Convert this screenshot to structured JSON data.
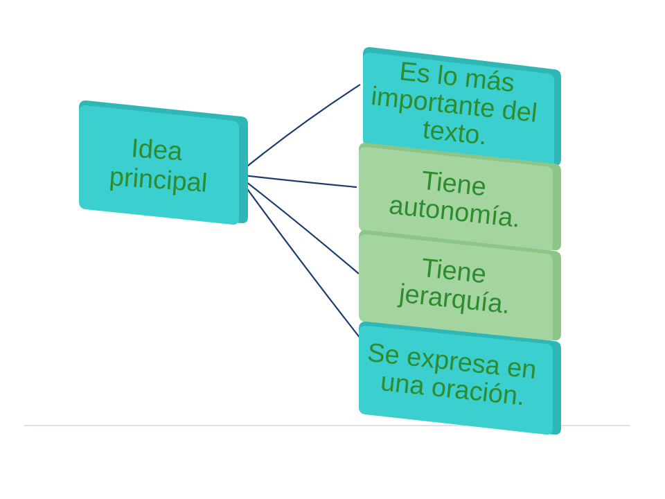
{
  "diagram": {
    "root": {
      "lines": [
        "Idea",
        "principal"
      ]
    },
    "children": [
      {
        "lines": [
          "Es lo más",
          "importante del",
          "texto."
        ],
        "fill": "#3ccfcf"
      },
      {
        "lines": [
          "Tiene",
          "autonomía."
        ],
        "fill": "#a4d5a0"
      },
      {
        "lines": [
          "Tiene",
          "jerarquía."
        ],
        "fill": "#a4d5a0"
      },
      {
        "lines": [
          "Se expresa en",
          "una oración."
        ],
        "fill": "#3ccfcf"
      }
    ],
    "colors": {
      "root_fill": "#3ccfcf",
      "text": "#2e8b2e",
      "connector": "#1c3d6b"
    }
  }
}
